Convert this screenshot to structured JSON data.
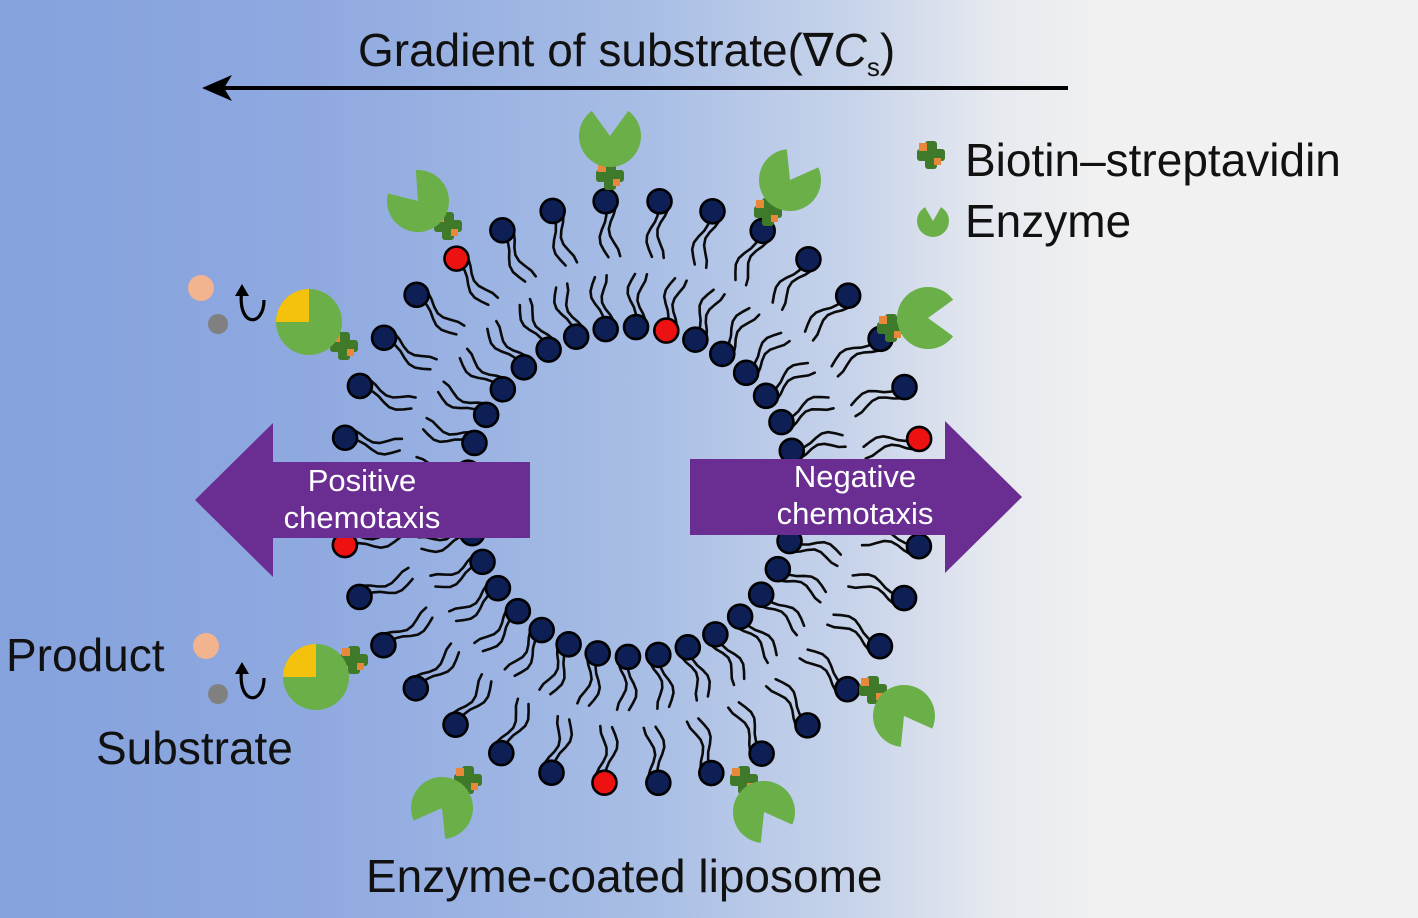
{
  "gradient_label": {
    "prefix": "Gradient of substrate(∇",
    "symbol": "C",
    "subscript": "s",
    "suffix": ")"
  },
  "legend": {
    "biotin": "Biotin–streptavidin",
    "enzyme": "Enzyme"
  },
  "arrows": {
    "positive_line1": "Positive",
    "positive_line2": "chemotaxis",
    "negative_line1": "Negative",
    "negative_line2": "chemotaxis"
  },
  "labels": {
    "product": "Product",
    "substrate": "Substrate",
    "caption": "Enzyme-coated liposome"
  },
  "colors": {
    "background_left": "#85a2dd",
    "background_right": "#f1f1f1",
    "lipid_head": "#0d1f55",
    "marked_head": "#ee1111",
    "enzyme": "#6aaf48",
    "active_site": "#f4c20d",
    "linker": "#3f7a2a",
    "linker_dot": "#e8883a",
    "arrow": "#6a2d91",
    "product": "#f2b38f",
    "substrate": "#808080"
  }
}
